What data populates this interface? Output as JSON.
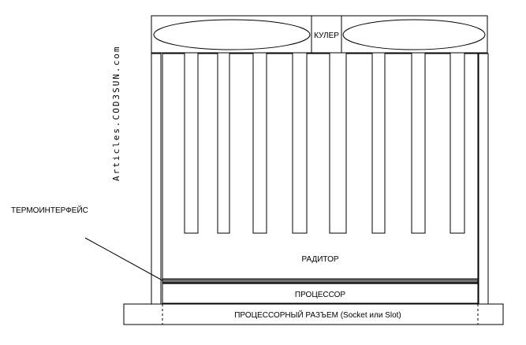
{
  "watermark": "Articles.COD3SUN.com",
  "labels": {
    "cooler": "КУЛЕР",
    "thermal_interface": "ТЕРМОИНТЕРФЕЙС",
    "radiator": "РАДИТОР",
    "processor": "ПРОЦЕССОР",
    "socket": "ПРОЦЕССОРНЫЙ РАЗЪЕМ (Socket или Slot)"
  }
}
